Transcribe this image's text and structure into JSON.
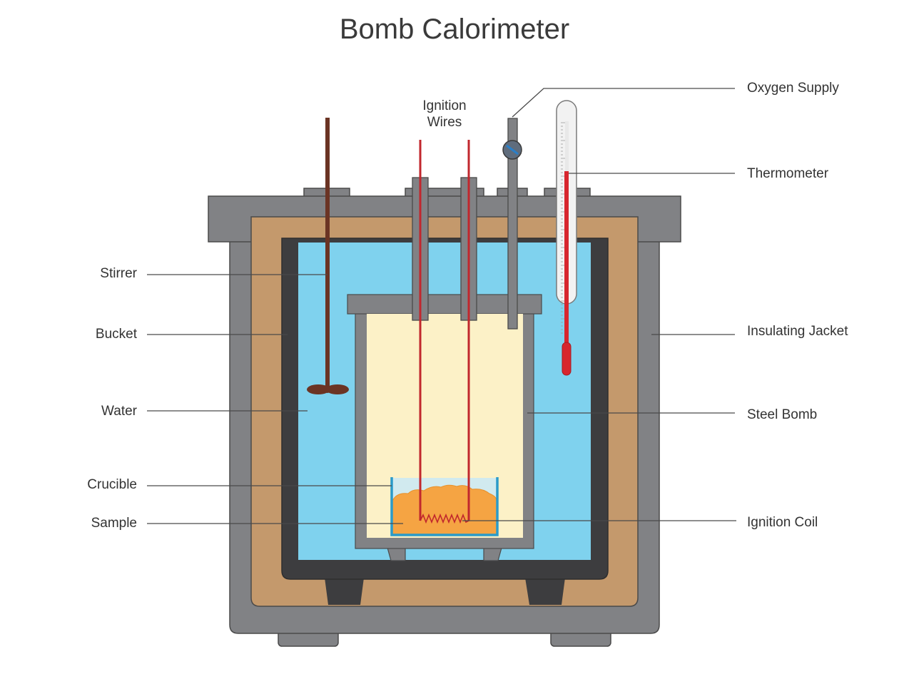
{
  "title": "Bomb Calorimeter",
  "labels": {
    "ignition_wires_line1": "Ignition",
    "ignition_wires_line2": "Wires",
    "oxygen_supply": "Oxygen Supply",
    "thermometer": "Thermometer",
    "stirrer": "Stirrer",
    "bucket": "Bucket",
    "insulating_jacket": "Insulating Jacket",
    "water": "Water",
    "steel_bomb": "Steel Bomb",
    "crucible": "Crucible",
    "sample": "Sample",
    "ignition_coil": "Ignition Coil"
  },
  "colors": {
    "outer_casing": "#818285",
    "insulating_jacket": "#c4996c",
    "bucket": "#3d3d3f",
    "water": "#7fd2ee",
    "bomb_wall": "#818285",
    "bomb_interior": "#fcf1c7",
    "stirrer": "#6b3424",
    "ignition_wire": "#c1272d",
    "sample": "#f5a443",
    "crucible": "#2b9bc9",
    "thermometer_bulb": "#d7262e",
    "outline": "#4a4a4a"
  }
}
